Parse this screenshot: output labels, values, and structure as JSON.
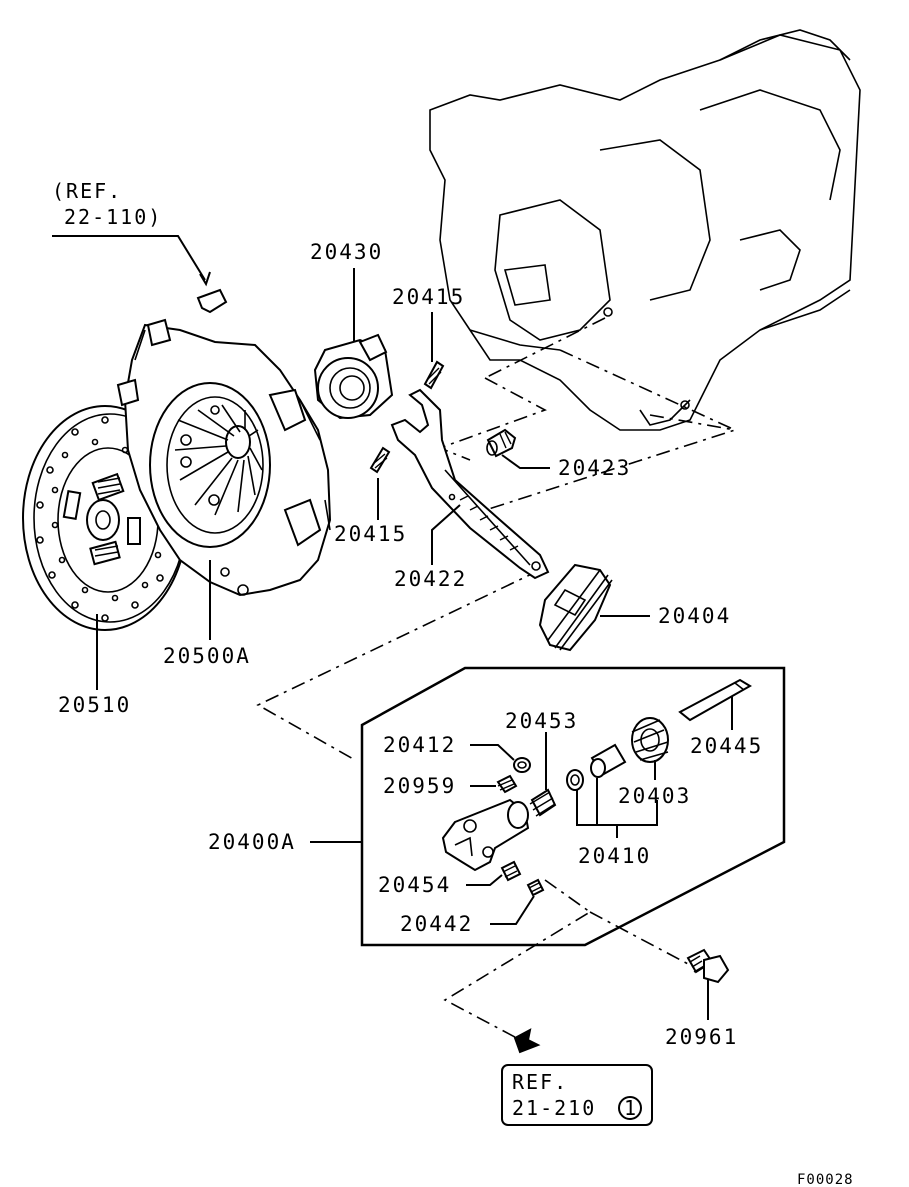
{
  "diagram": {
    "ref_top": {
      "line1": "(REF.",
      "line2": "22-110)"
    },
    "ref_bottom": {
      "line1": "REF.",
      "line2": "21-210",
      "circled": "1"
    },
    "figure_code": "F00028",
    "labels": {
      "p20430": "20430",
      "p20415_upper": "20415",
      "p20415_lower": "20415",
      "p20423": "20423",
      "p20422": "20422",
      "p20404": "20404",
      "p20500A": "20500A",
      "p20510": "20510",
      "p20453": "20453",
      "p20412": "20412",
      "p20959": "20959",
      "p20445": "20445",
      "p20403": "20403",
      "p20400A": "20400A",
      "p20410": "20410",
      "p20454": "20454",
      "p20442": "20442",
      "p20961": "20961"
    }
  }
}
